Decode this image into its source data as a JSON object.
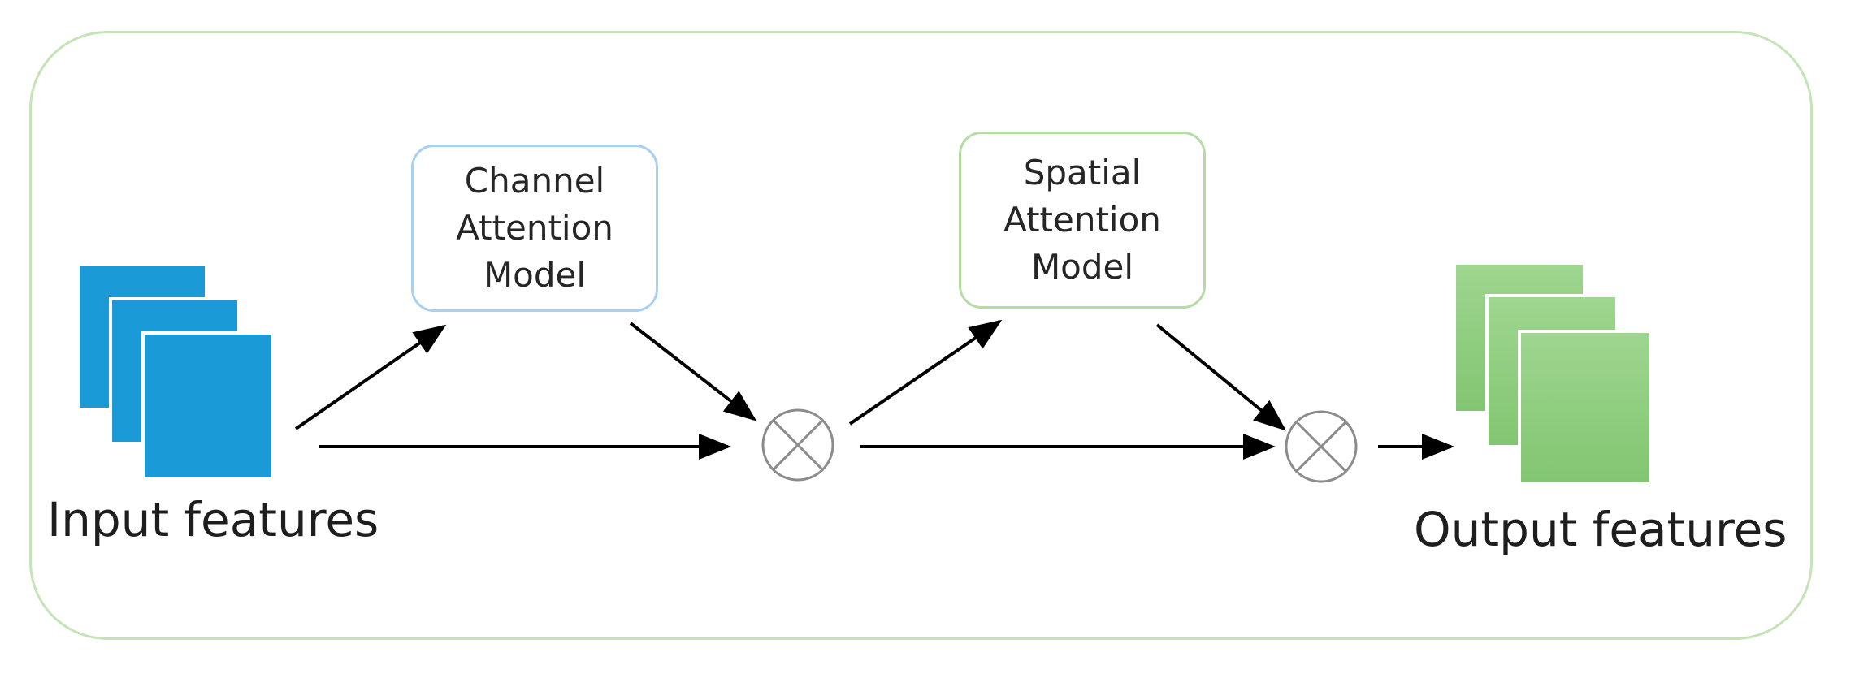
{
  "input": {
    "caption": "Input features",
    "color": "#1b9ad8"
  },
  "output": {
    "caption": "Output features",
    "color": "#8fcd80"
  },
  "channel_attention": {
    "lines": [
      "Channel",
      "Attention",
      "Model"
    ],
    "border_color": "#a9d0ef"
  },
  "spatial_attention": {
    "lines": [
      "Spatial",
      "Attention",
      "Model"
    ],
    "border_color": "#b5dca5"
  },
  "frame": {
    "border_color": "#c5e3b6"
  },
  "operators": {
    "symbol": "multiply-circle-icon",
    "count": 2
  }
}
